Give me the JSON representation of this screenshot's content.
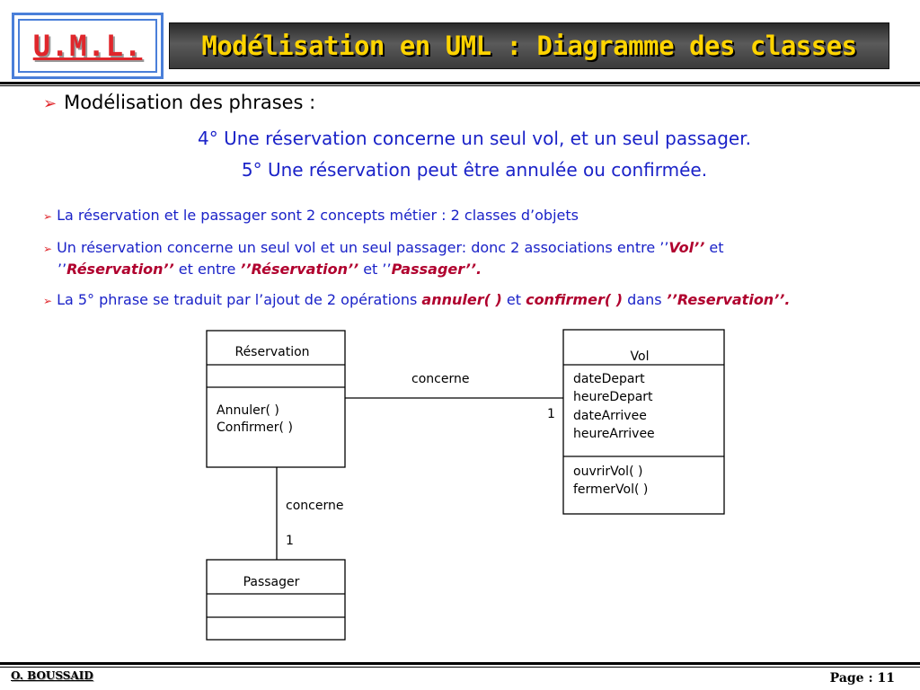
{
  "header": {
    "logo_text": "U.M.L.",
    "title": "Modélisation en UML : Diagramme des classes"
  },
  "content": {
    "main_bullet": "Modélisation des phrases :",
    "sentence_4": "4° Une réservation concerne un seul vol, et un seul passager.",
    "sentence_5": "5° Une réservation peut être annulée ou confirmée.",
    "points": [
      {
        "text": "La réservation et le passager sont 2 concepts métier : 2 classes d’objets"
      },
      {
        "part1": "Un réservation concerne un seul vol et un seul passager: donc 2 associations entre ’’",
        "em1": "Vol’’",
        "part2": " et",
        "line2_pre": "’’",
        "em2": "Réservation’’",
        "part3": " et entre ",
        "em3": "’’Réservation’’",
        "part4": " et ’’",
        "em4": "Passager’’."
      },
      {
        "part1": "La 5° phrase se traduit par l’ajout de 2 opérations ",
        "em1": "annuler( )",
        "part2": " et ",
        "em2": "confirmer( )",
        "part3": " dans ",
        "em3": "’’Reservation’’."
      }
    ]
  },
  "diagram": {
    "classes": {
      "reservation": {
        "name": "Réservation",
        "attributes": [],
        "operations": [
          "Annuler( )",
          "Confirmer( )"
        ]
      },
      "vol": {
        "name": "Vol",
        "attributes": [
          "dateDepart",
          "heureDepart",
          "dateArrivee",
          "heureArrivee"
        ],
        "operations": [
          "ouvrirVol( )",
          "fermerVol( )"
        ]
      },
      "passager": {
        "name": "Passager",
        "attributes": [],
        "operations": []
      }
    },
    "associations": {
      "res_vol": {
        "label": "concerne",
        "multiplicity": "1"
      },
      "res_passager": {
        "label": "concerne",
        "multiplicity": "1"
      }
    }
  },
  "footer": {
    "author": "O. BOUSSAID",
    "page": "Page : 11"
  },
  "colors": {
    "logo_red": "#e0262b",
    "logo_border_blue": "#4a7fd9",
    "title_yellow": "#ffd400",
    "body_blue": "#1a22c8",
    "emphasis_red": "#b0002e"
  }
}
